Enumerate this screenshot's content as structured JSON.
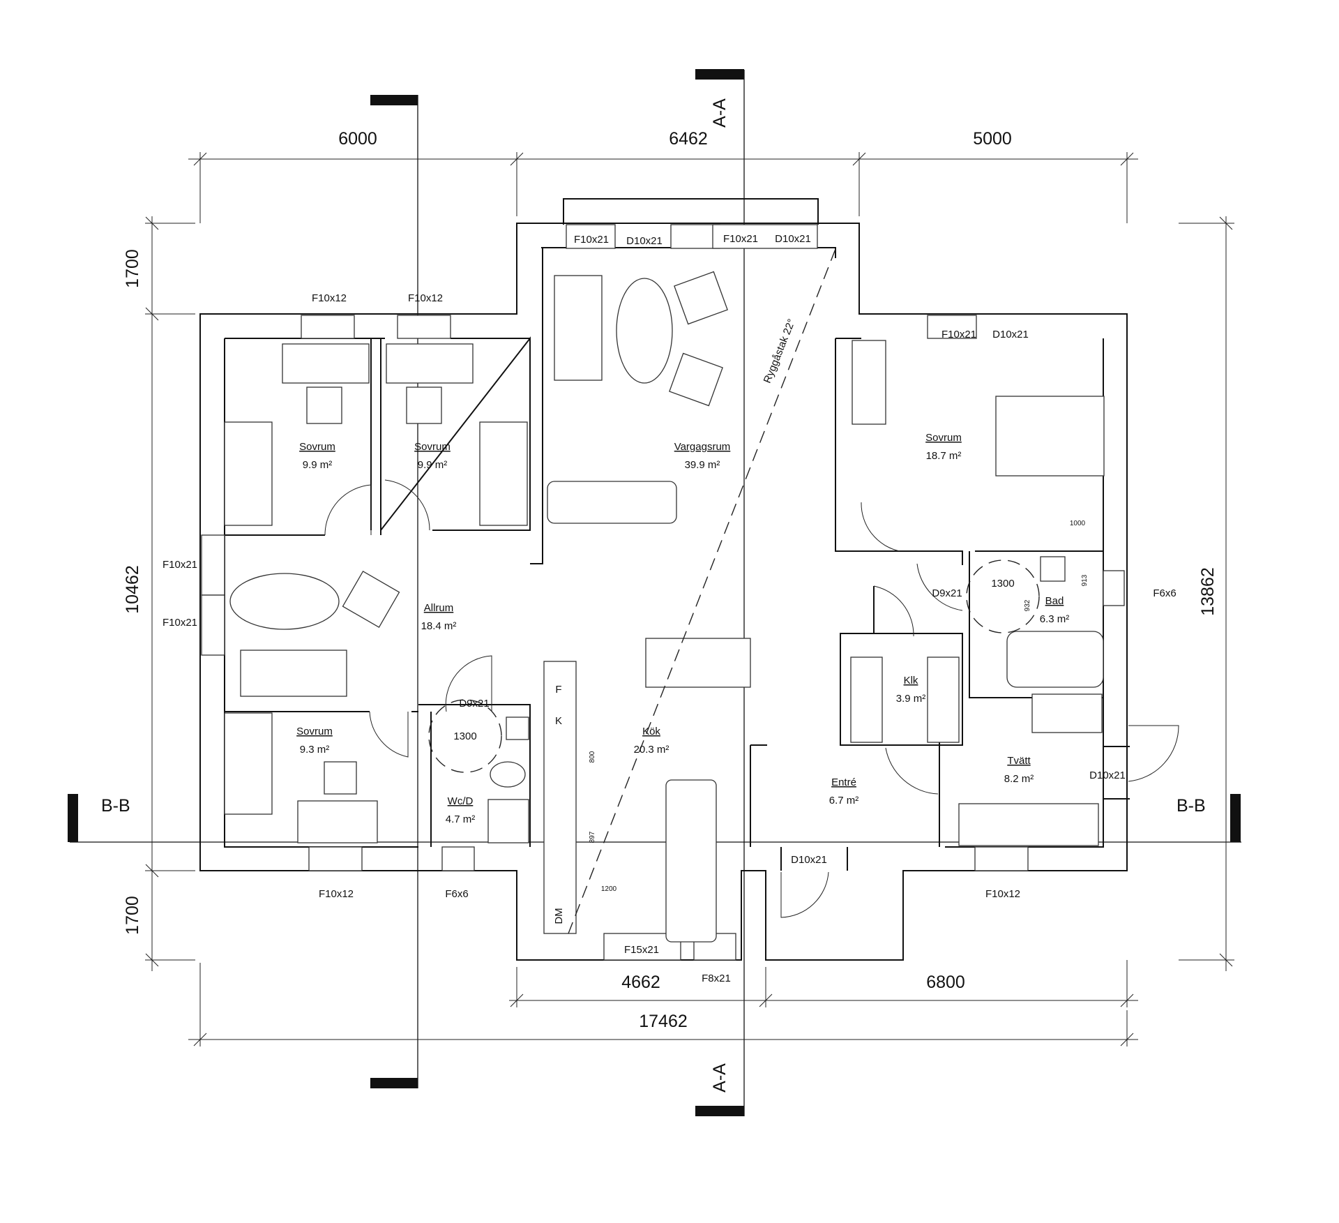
{
  "section_marks": {
    "a": "A-A",
    "b": "B-B"
  },
  "dimensions": {
    "top": [
      "6000",
      "6462",
      "5000"
    ],
    "bottom_inner": [
      "4662",
      "6800"
    ],
    "bottom_total": "17462",
    "left": [
      "1700",
      "10462",
      "1700"
    ],
    "right": "13862",
    "small": [
      "1000",
      "913",
      "932",
      "800",
      "897",
      "1200"
    ]
  },
  "roof_label": "Ryggåstak 22°",
  "rooms": [
    {
      "name": "Sovrum",
      "area": "9.9 m²"
    },
    {
      "name": "Sovrum",
      "area": "9.9 m²"
    },
    {
      "name": "Vargagsrum",
      "area": "39.9 m²"
    },
    {
      "name": "Sovrum",
      "area": "18.7 m²"
    },
    {
      "name": "Allrum",
      "area": "18.4 m²"
    },
    {
      "name": "Bad",
      "area": "6.3 m²"
    },
    {
      "name": "Klk",
      "area": "3.9 m²"
    },
    {
      "name": "Kök",
      "area": "20.3 m²"
    },
    {
      "name": "Sovrum",
      "area": "9.3 m²"
    },
    {
      "name": "Wc/D",
      "area": "4.7 m²"
    },
    {
      "name": "Entré",
      "area": "6.7 m²"
    },
    {
      "name": "Tvätt",
      "area": "8.2 m²"
    }
  ],
  "openings": [
    "F10x21",
    "D10x21",
    "F10x21",
    "D10x21",
    "F10x12",
    "F10x12",
    "F10x21",
    "D10x21",
    "F10x21",
    "F10x21",
    "D9x21",
    "F6x6",
    "D9x21",
    "D10x21",
    "F10x12",
    "F6x6",
    "D10x21",
    "F10x12",
    "F15x21",
    "F8x21"
  ],
  "circles": [
    "1300",
    "1300"
  ],
  "appliances": [
    "F",
    "K",
    "DM"
  ]
}
